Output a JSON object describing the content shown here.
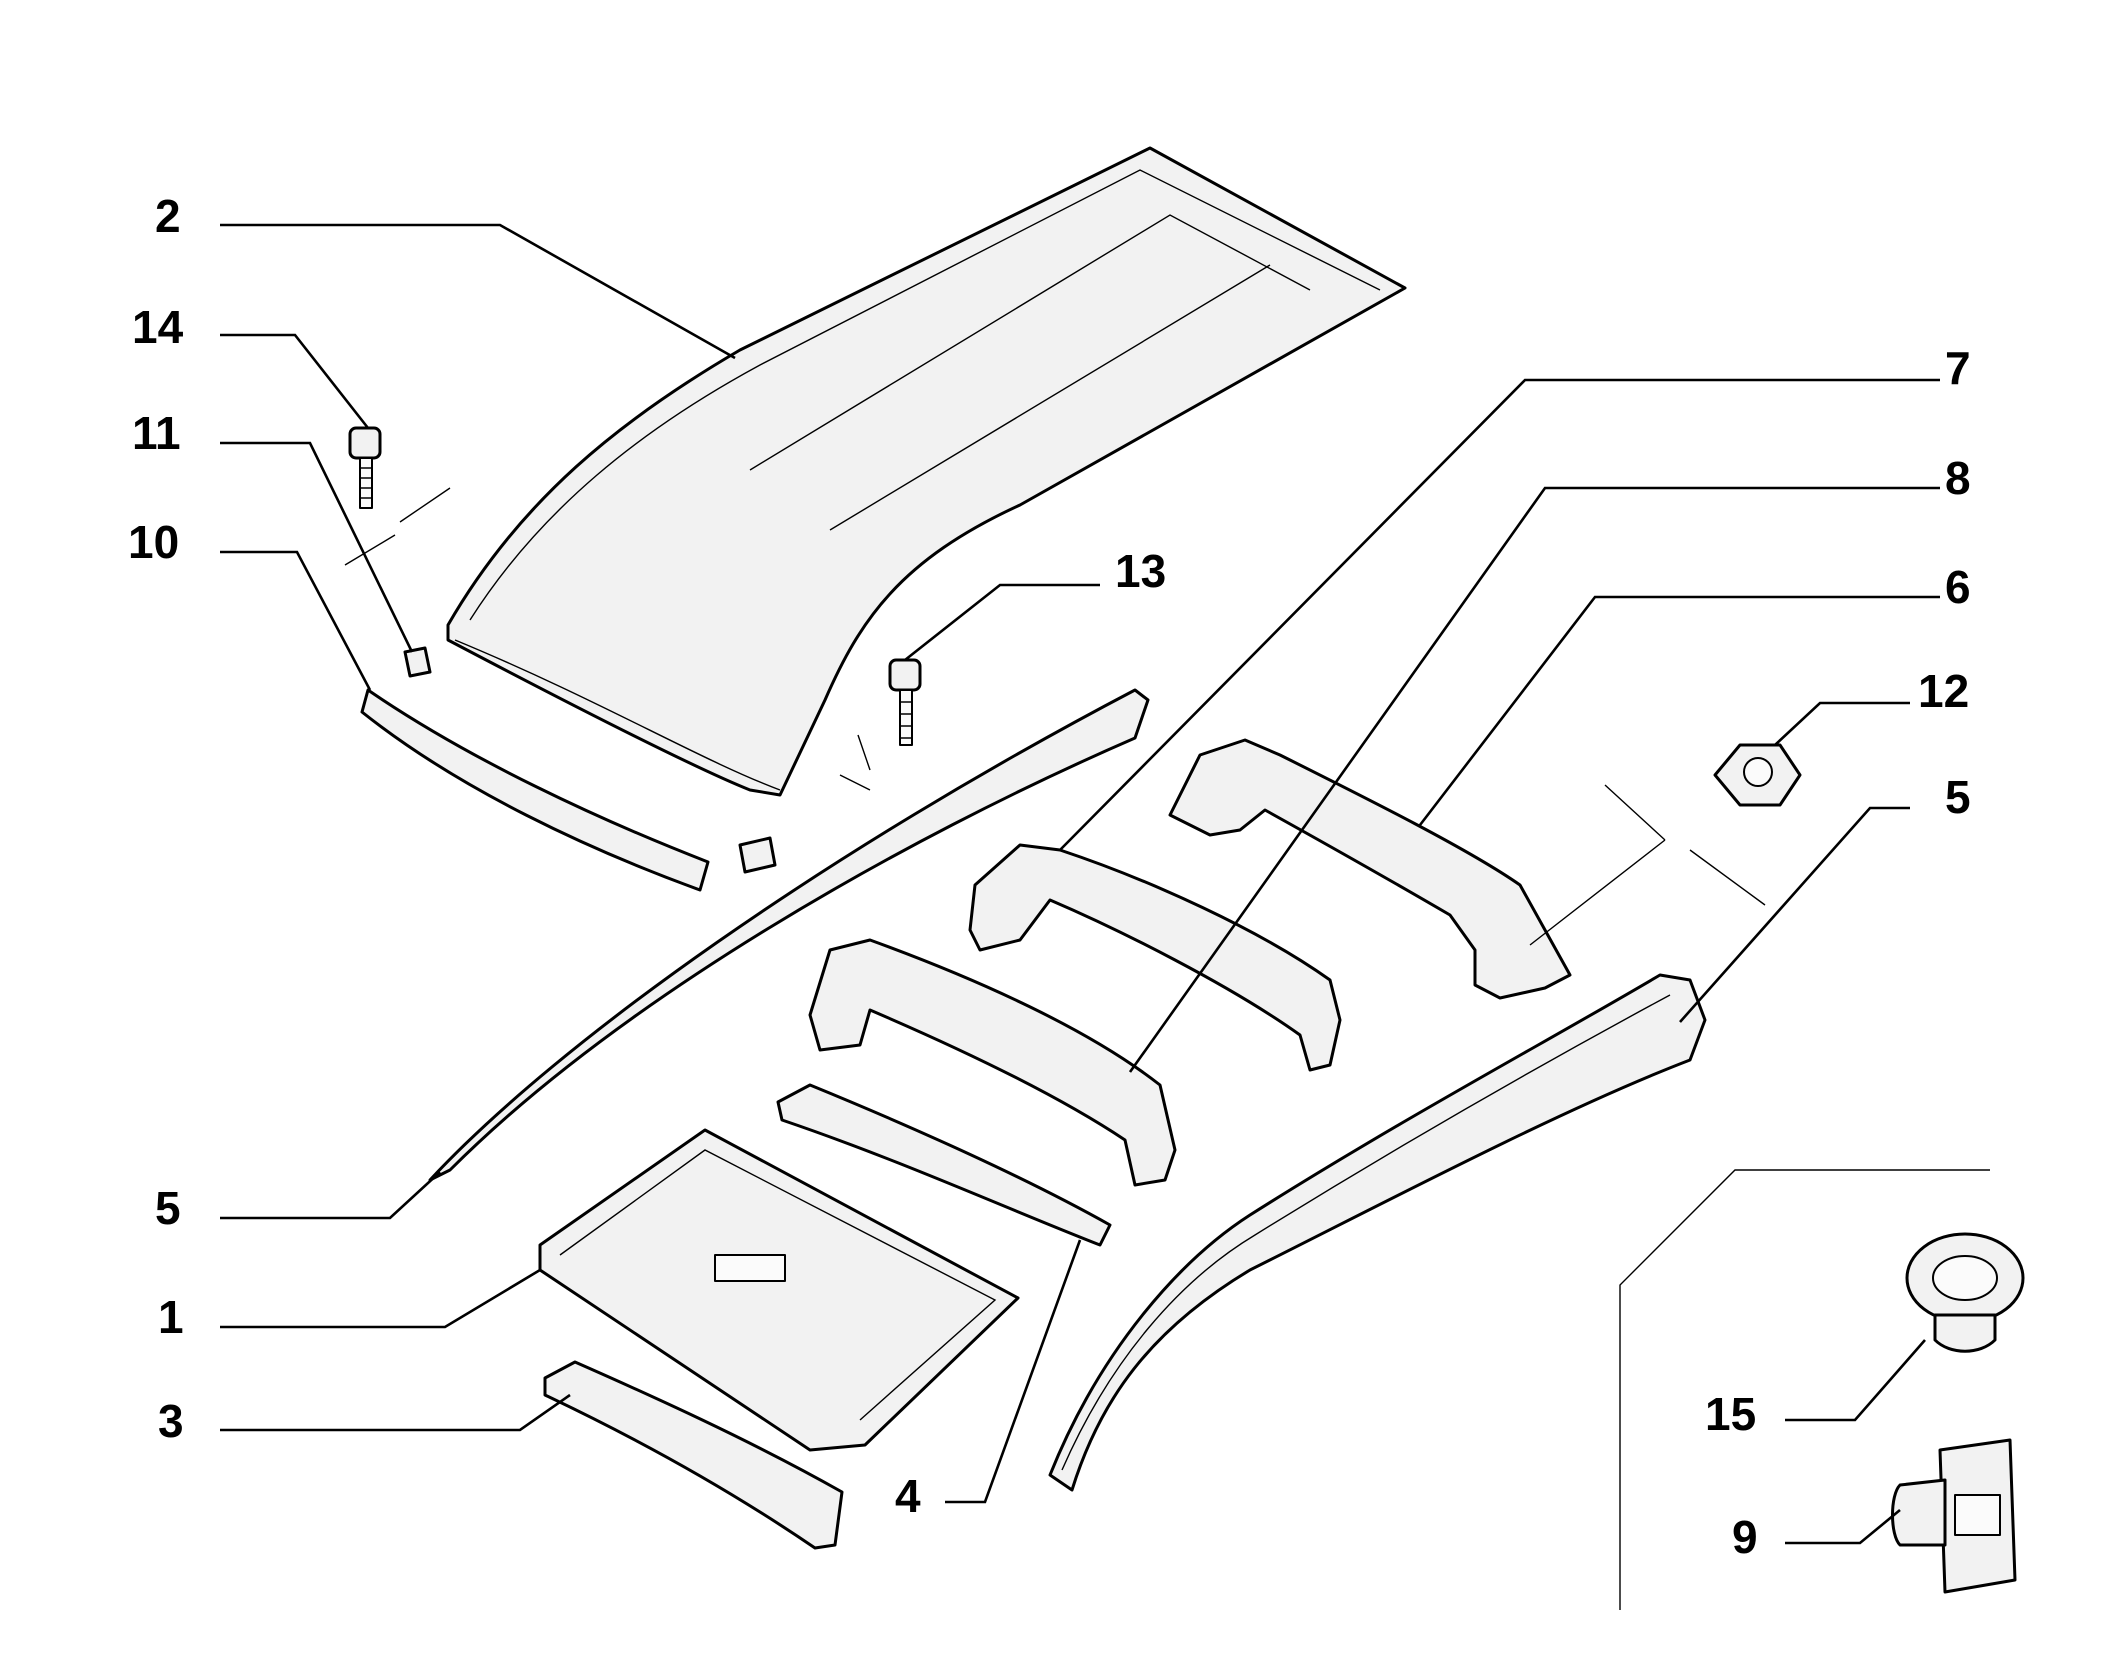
{
  "callouts": [
    {
      "id": "c2",
      "label": "2"
    },
    {
      "id": "c14",
      "label": "14"
    },
    {
      "id": "c11",
      "label": "11"
    },
    {
      "id": "c10",
      "label": "10"
    },
    {
      "id": "c13",
      "label": "13"
    },
    {
      "id": "c7",
      "label": "7"
    },
    {
      "id": "c8",
      "label": "8"
    },
    {
      "id": "c6",
      "label": "6"
    },
    {
      "id": "c12",
      "label": "12"
    },
    {
      "id": "c5r",
      "label": "5"
    },
    {
      "id": "c5l",
      "label": "5"
    },
    {
      "id": "c1",
      "label": "1"
    },
    {
      "id": "c3",
      "label": "3"
    },
    {
      "id": "c4",
      "label": "4"
    },
    {
      "id": "c15",
      "label": "15"
    },
    {
      "id": "c9",
      "label": "9"
    }
  ]
}
